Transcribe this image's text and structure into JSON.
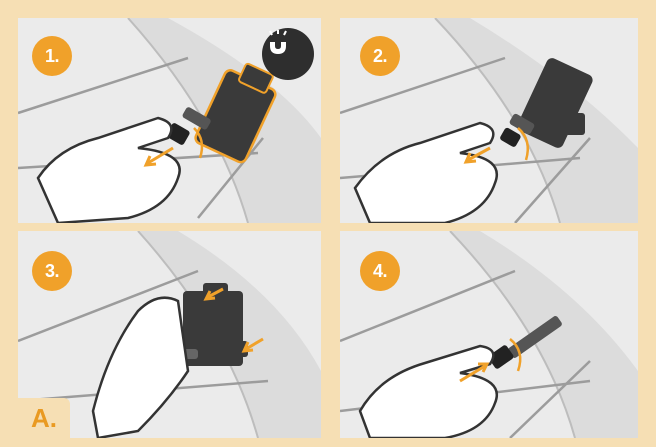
{
  "steps": [
    {
      "label": "1."
    },
    {
      "label": "2."
    },
    {
      "label": "3."
    },
    {
      "label": "4."
    }
  ],
  "section_label": "A.",
  "icons": {
    "magnet": "magnet-icon",
    "arrow": "arrow-icon",
    "rotate": "rotate-arrow-icon"
  },
  "colors": {
    "background": "#f6dfb4",
    "panel": "#ebebeb",
    "accent": "#f0a12a",
    "sensor": "#3a3a3a"
  }
}
